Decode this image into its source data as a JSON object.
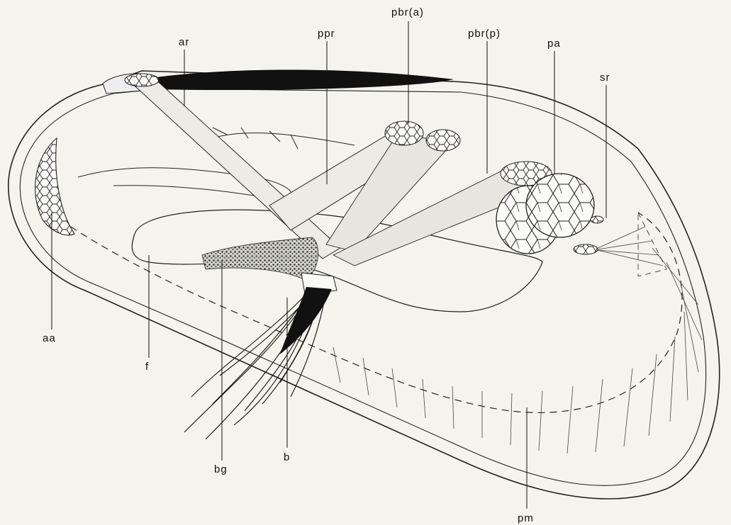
{
  "figure": {
    "labels": {
      "ar": "ar",
      "ppr": "ppr",
      "pbr_a": "pbr(a)",
      "pbr_p": "pbr(p)",
      "pa": "pa",
      "sr": "sr",
      "aa": "aa",
      "f": "f",
      "b": "b",
      "bg": "bg",
      "pm": "pm"
    }
  }
}
